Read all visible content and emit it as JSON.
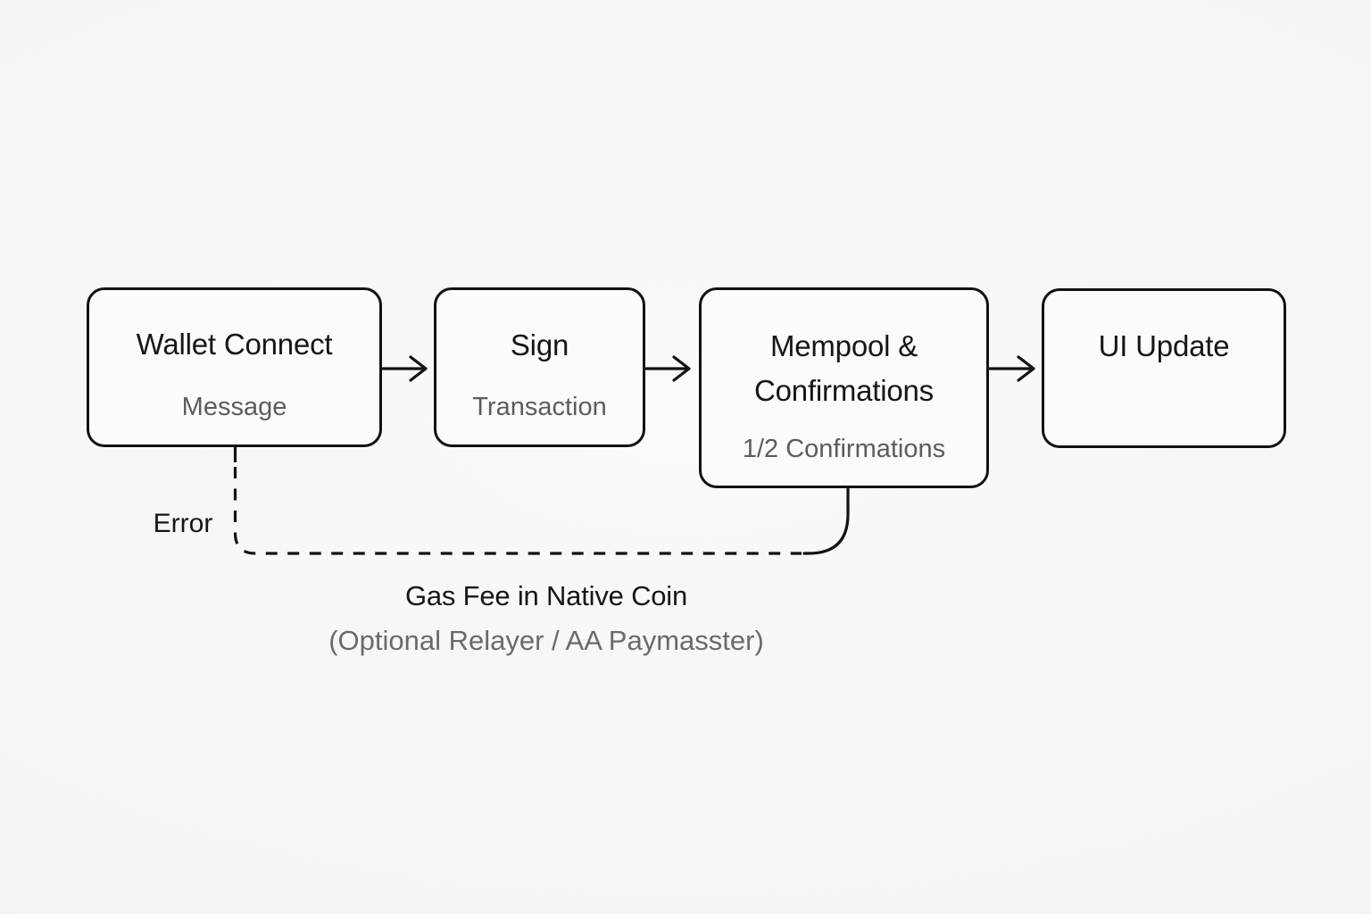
{
  "nodes": [
    {
      "title": "Wallet Connect",
      "subtitle": "Message"
    },
    {
      "title": "Sign",
      "subtitle": "Transaction"
    },
    {
      "title_line1": "Mempool &",
      "title_line2": "Confirmations",
      "subtitle": "1/2 Confirmations"
    },
    {
      "title": "UI Update"
    }
  ],
  "edges": {
    "error_label": "Error"
  },
  "caption": {
    "line1": "Gas Fee in Native Coin",
    "line2": "(Optional Relayer / AA Paymasster)"
  },
  "colors": {
    "background": "#fafaf9",
    "background_edge": "#f1f1f0",
    "node_fill": "#fbfbfa",
    "stroke": "#121212",
    "title_text": "#161616",
    "subtitle_text": "#5c5c5c",
    "caption_secondary": "#6a6a6a"
  }
}
